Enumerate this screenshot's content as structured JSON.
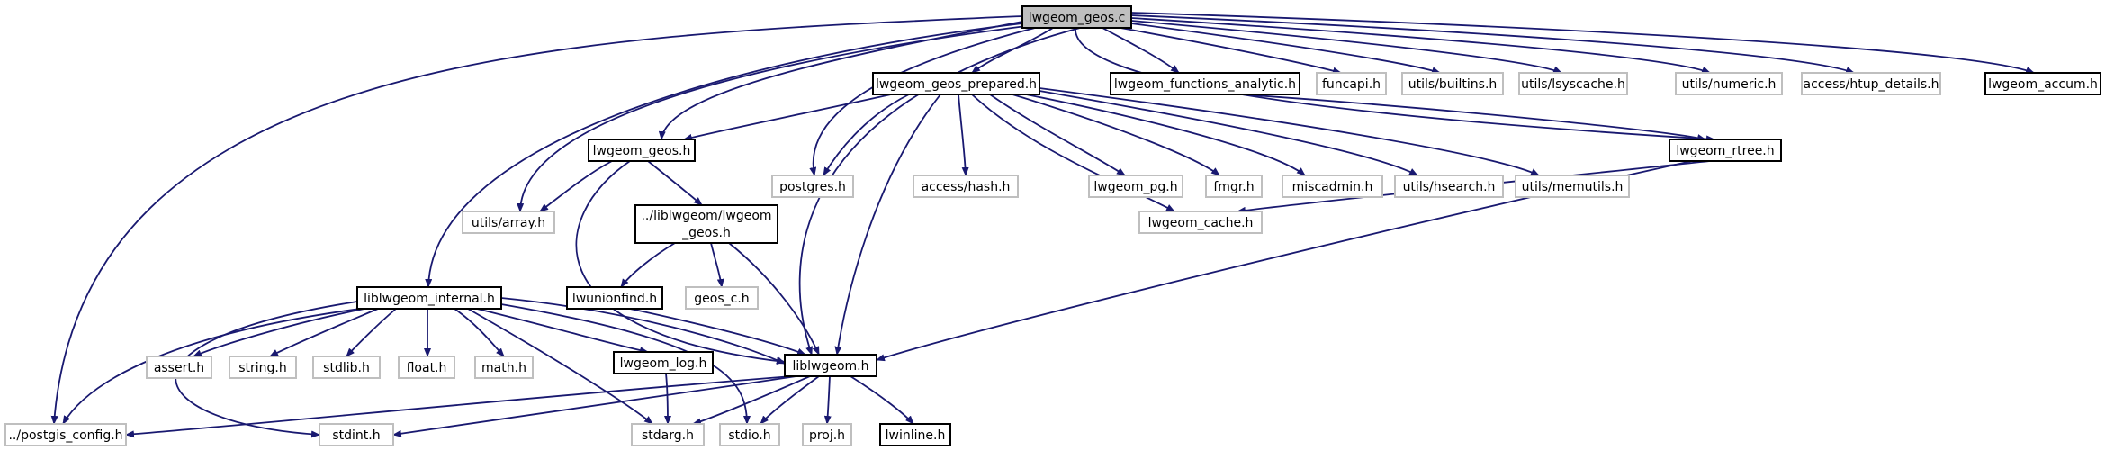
{
  "colors": {
    "edge": "#191970",
    "root_fill": "#bfbfbf",
    "root_border": "#000000",
    "documented_border": "#000000",
    "external_border": "#bfbfbf",
    "text": "#000000"
  },
  "nodes": [
    {
      "id": "lwgeom_geos_c",
      "label": "lwgeom_geos.c",
      "kind": "root"
    },
    {
      "id": "postgis_config_h",
      "label": "../postgis_config.h",
      "kind": "external"
    },
    {
      "id": "lwgeom_geos_prepared_h",
      "label": "lwgeom_geos_prepared.h",
      "kind": "documented"
    },
    {
      "id": "lwgeom_functions_analytic_h",
      "label": "lwgeom_functions_analytic.h",
      "kind": "documented"
    },
    {
      "id": "funcapi_h",
      "label": "funcapi.h",
      "kind": "external"
    },
    {
      "id": "utils_builtins_h",
      "label": "utils/builtins.h",
      "kind": "external"
    },
    {
      "id": "utils_lsyscache_h",
      "label": "utils/lsyscache.h",
      "kind": "external"
    },
    {
      "id": "utils_numeric_h",
      "label": "utils/numeric.h",
      "kind": "external"
    },
    {
      "id": "access_htup_details_h",
      "label": "access/htup_details.h",
      "kind": "external"
    },
    {
      "id": "lwgeom_accum_h",
      "label": "lwgeom_accum.h",
      "kind": "documented"
    },
    {
      "id": "lwgeom_geos_h",
      "label": "lwgeom_geos.h",
      "kind": "documented"
    },
    {
      "id": "postgres_h",
      "label": "postgres.h",
      "kind": "external"
    },
    {
      "id": "access_hash_h",
      "label": "access/hash.h",
      "kind": "external"
    },
    {
      "id": "lwgeom_pg_h",
      "label": "lwgeom_pg.h",
      "kind": "external"
    },
    {
      "id": "fmgr_h",
      "label": "fmgr.h",
      "kind": "external"
    },
    {
      "id": "miscadmin_h",
      "label": "miscadmin.h",
      "kind": "external"
    },
    {
      "id": "utils_hsearch_h",
      "label": "utils/hsearch.h",
      "kind": "external"
    },
    {
      "id": "utils_memutils_h",
      "label": "utils/memutils.h",
      "kind": "external"
    },
    {
      "id": "lwgeom_rtree_h",
      "label": "lwgeom_rtree.h",
      "kind": "documented"
    },
    {
      "id": "utils_array_h",
      "label": "utils/array.h",
      "kind": "external"
    },
    {
      "id": "liblwgeom_lwgeom_geos_h",
      "label": "../liblwgeom/lwgeom",
      "label2": "_geos.h",
      "kind": "documented"
    },
    {
      "id": "lwgeom_cache_h",
      "label": "lwgeom_cache.h",
      "kind": "external"
    },
    {
      "id": "liblwgeom_internal_h",
      "label": "liblwgeom_internal.h",
      "kind": "documented"
    },
    {
      "id": "lwunionfind_h",
      "label": "lwunionfind.h",
      "kind": "documented"
    },
    {
      "id": "geos_c_h",
      "label": "geos_c.h",
      "kind": "external"
    },
    {
      "id": "assert_h",
      "label": "assert.h",
      "kind": "external"
    },
    {
      "id": "string_h",
      "label": "string.h",
      "kind": "external"
    },
    {
      "id": "stdlib_h",
      "label": "stdlib.h",
      "kind": "external"
    },
    {
      "id": "float_h",
      "label": "float.h",
      "kind": "external"
    },
    {
      "id": "math_h",
      "label": "math.h",
      "kind": "external"
    },
    {
      "id": "lwgeom_log_h",
      "label": "lwgeom_log.h",
      "kind": "documented"
    },
    {
      "id": "liblwgeom_h",
      "label": "liblwgeom.h",
      "kind": "documented"
    },
    {
      "id": "stdint_h",
      "label": "stdint.h",
      "kind": "external"
    },
    {
      "id": "stdarg_h",
      "label": "stdarg.h",
      "kind": "external"
    },
    {
      "id": "stdio_h",
      "label": "stdio.h",
      "kind": "external"
    },
    {
      "id": "proj_h",
      "label": "proj.h",
      "kind": "external"
    },
    {
      "id": "lwinline_h",
      "label": "lwinline.h",
      "kind": "documented"
    }
  ],
  "edges": [
    [
      "lwgeom_geos_c",
      "postgis_config_h"
    ],
    [
      "lwgeom_geos_c",
      "lwgeom_geos_prepared_h"
    ],
    [
      "lwgeom_geos_c",
      "lwgeom_functions_analytic_h"
    ],
    [
      "lwgeom_geos_c",
      "funcapi_h"
    ],
    [
      "lwgeom_geos_c",
      "utils_builtins_h"
    ],
    [
      "lwgeom_geos_c",
      "utils_lsyscache_h"
    ],
    [
      "lwgeom_geos_c",
      "utils_numeric_h"
    ],
    [
      "lwgeom_geos_c",
      "access_htup_details_h"
    ],
    [
      "lwgeom_geos_c",
      "lwgeom_accum_h"
    ],
    [
      "lwgeom_geos_c",
      "lwgeom_geos_h"
    ],
    [
      "lwgeom_geos_c",
      "postgres_h"
    ],
    [
      "lwgeom_geos_c",
      "utils_array_h"
    ],
    [
      "lwgeom_geos_c",
      "liblwgeom_internal_h"
    ],
    [
      "lwgeom_geos_c",
      "liblwgeom_h"
    ],
    [
      "lwgeom_geos_c",
      "lwgeom_rtree_h"
    ],
    [
      "lwgeom_geos_prepared_h",
      "lwgeom_geos_h"
    ],
    [
      "lwgeom_geos_prepared_h",
      "postgres_h"
    ],
    [
      "lwgeom_geos_prepared_h",
      "access_hash_h"
    ],
    [
      "lwgeom_geos_prepared_h",
      "lwgeom_pg_h"
    ],
    [
      "lwgeom_geos_prepared_h",
      "fmgr_h"
    ],
    [
      "lwgeom_geos_prepared_h",
      "miscadmin_h"
    ],
    [
      "lwgeom_geos_prepared_h",
      "utils_hsearch_h"
    ],
    [
      "lwgeom_geos_prepared_h",
      "utils_memutils_h"
    ],
    [
      "lwgeom_geos_prepared_h",
      "lwgeom_cache_h"
    ],
    [
      "lwgeom_geos_prepared_h",
      "liblwgeom_h"
    ],
    [
      "lwgeom_functions_analytic_h",
      "lwgeom_rtree_h"
    ],
    [
      "lwgeom_geos_h",
      "utils_array_h"
    ],
    [
      "lwgeom_geos_h",
      "liblwgeom_lwgeom_geos_h"
    ],
    [
      "lwgeom_geos_h",
      "liblwgeom_h"
    ],
    [
      "liblwgeom_lwgeom_geos_h",
      "lwunionfind_h"
    ],
    [
      "liblwgeom_lwgeom_geos_h",
      "geos_c_h"
    ],
    [
      "liblwgeom_lwgeom_geos_h",
      "liblwgeom_h"
    ],
    [
      "lwunionfind_h",
      "liblwgeom_h"
    ],
    [
      "lwgeom_rtree_h",
      "lwgeom_cache_h"
    ],
    [
      "lwgeom_rtree_h",
      "liblwgeom_h"
    ],
    [
      "liblwgeom_internal_h",
      "postgis_config_h"
    ],
    [
      "liblwgeom_internal_h",
      "assert_h"
    ],
    [
      "liblwgeom_internal_h",
      "string_h"
    ],
    [
      "liblwgeom_internal_h",
      "stdlib_h"
    ],
    [
      "liblwgeom_internal_h",
      "float_h"
    ],
    [
      "liblwgeom_internal_h",
      "math_h"
    ],
    [
      "liblwgeom_internal_h",
      "lwgeom_log_h"
    ],
    [
      "liblwgeom_internal_h",
      "liblwgeom_h"
    ],
    [
      "liblwgeom_internal_h",
      "stdint_h"
    ],
    [
      "liblwgeom_internal_h",
      "stdarg_h"
    ],
    [
      "liblwgeom_internal_h",
      "stdio_h"
    ],
    [
      "lwgeom_log_h",
      "stdarg_h"
    ],
    [
      "liblwgeom_h",
      "postgis_config_h"
    ],
    [
      "liblwgeom_h",
      "stdint_h"
    ],
    [
      "liblwgeom_h",
      "stdarg_h"
    ],
    [
      "liblwgeom_h",
      "stdio_h"
    ],
    [
      "liblwgeom_h",
      "proj_h"
    ],
    [
      "liblwgeom_h",
      "lwinline_h"
    ]
  ]
}
